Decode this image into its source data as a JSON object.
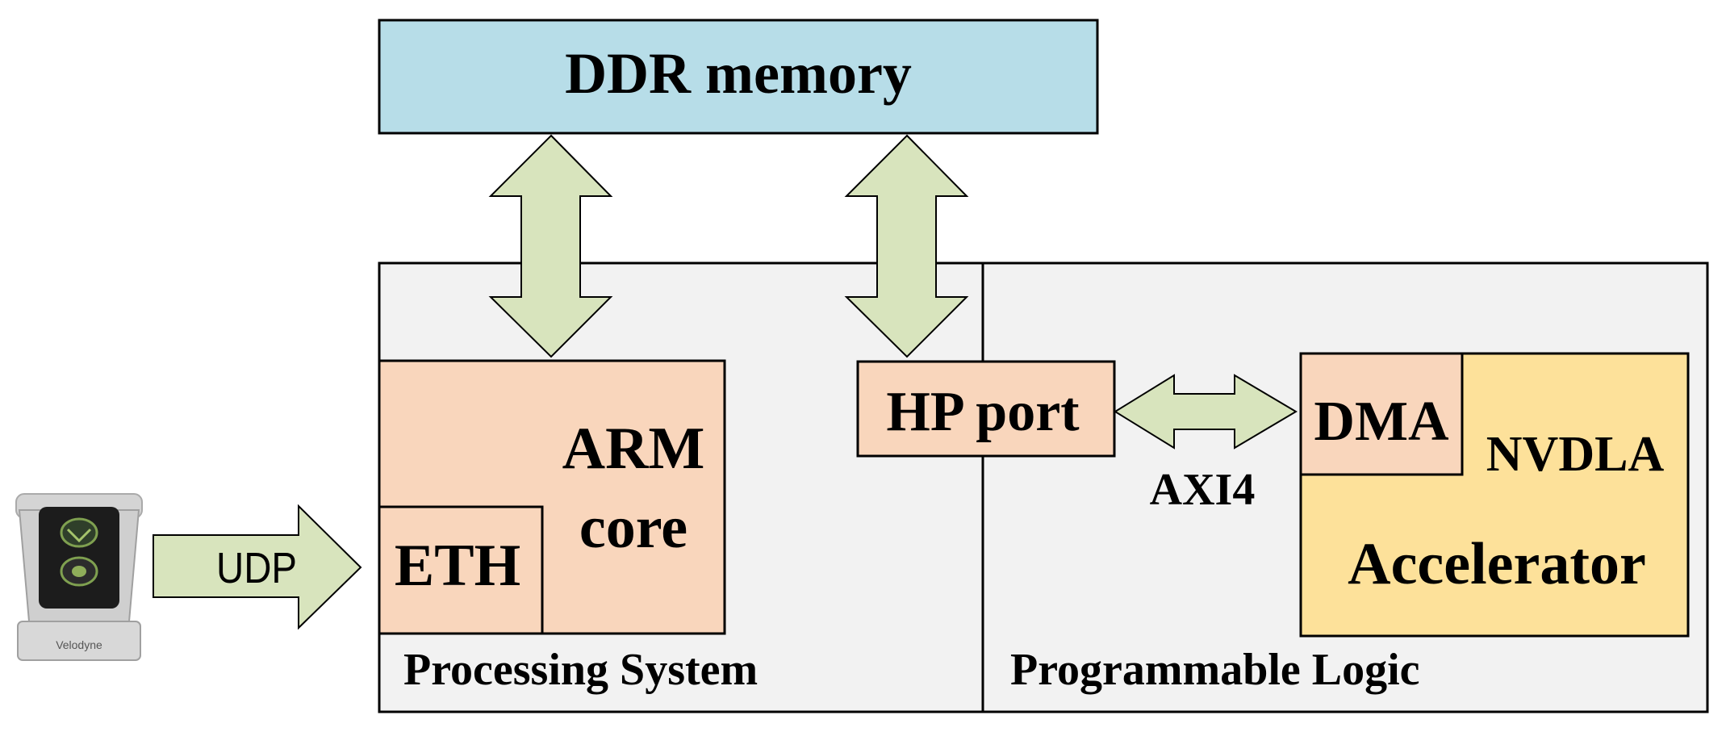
{
  "diagram": {
    "ddr_memory": {
      "label": "DDR memory"
    },
    "processing_system": {
      "label": "Processing System"
    },
    "programmable_logic": {
      "label": "Programmable Logic"
    },
    "arm_core": {
      "label_line1": "ARM",
      "label_line2": "core"
    },
    "eth": {
      "label": "ETH"
    },
    "hp_port": {
      "label": "HP port"
    },
    "dma": {
      "label": "DMA"
    },
    "nvdla": {
      "label": "NVDLA",
      "accelerator_label": "Accelerator"
    },
    "axi4": {
      "label": "AXI4"
    },
    "udp": {
      "label": "UDP"
    },
    "lidar": {
      "brand_label": "Velodyne"
    }
  },
  "colors": {
    "ddr_fill": "#b7dde8",
    "region_fill": "#f2f2f2",
    "block_fill": "#f9d6bc",
    "accelerator_fill": "#fde19a",
    "arrow_fill": "#d8e4bd",
    "stroke": "#000000"
  }
}
